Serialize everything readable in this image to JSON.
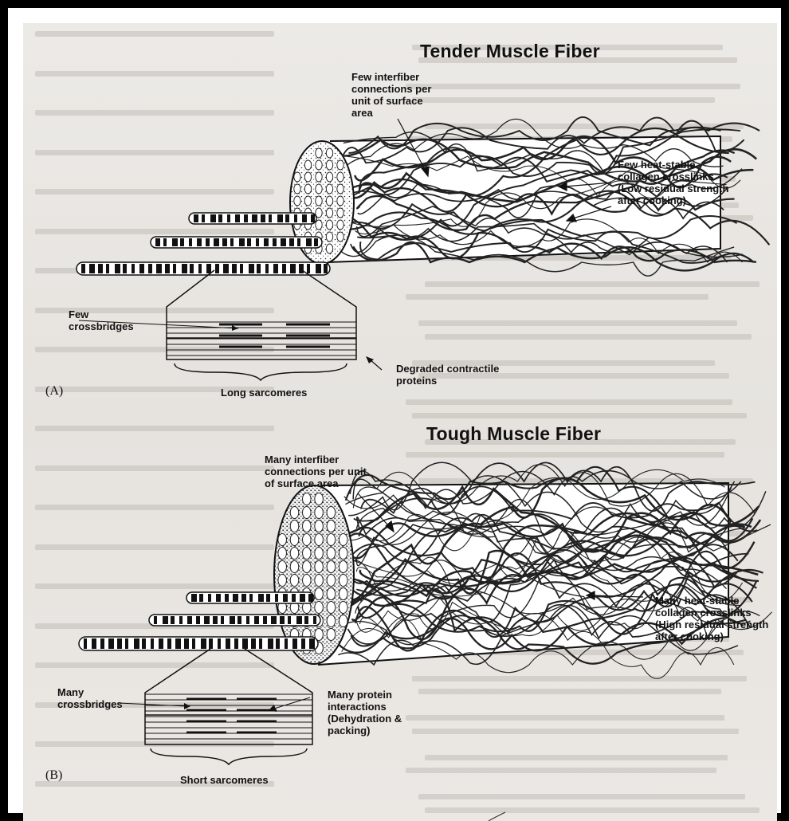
{
  "panelA": {
    "title": "Tender Muscle Fiber",
    "panel_letter": "(A)",
    "labels": {
      "interfiber": "Few interfiber\nconnections per\nunit of surface\narea",
      "crosslinks": "Few heat-stable\ncollagen crosslinks\n(Low residual strength\nafter cooking)",
      "crossbridges": "Few\ncrossbridges",
      "degraded": "Degraded contractile\nproteins",
      "sarcomeres": "Long sarcomeres"
    }
  },
  "panelB": {
    "title": "Tough Muscle Fiber",
    "panel_letter": "(B)",
    "labels": {
      "interfiber": "Many interfiber\nconnections per unit\nof surface area",
      "crosslinks": "Many heat-stable\ncollagen crosslinks\n(High residual strength\nafter cooking)",
      "crossbridges": "Many\ncrossbridges",
      "protein": "Many protein\ninteractions\n(Dehydration &\npacking)",
      "sarcomeres": "Short sarcomeres"
    }
  },
  "colors": {
    "ink": "#111111",
    "page": "#e8e5e1",
    "border": "#000000"
  }
}
